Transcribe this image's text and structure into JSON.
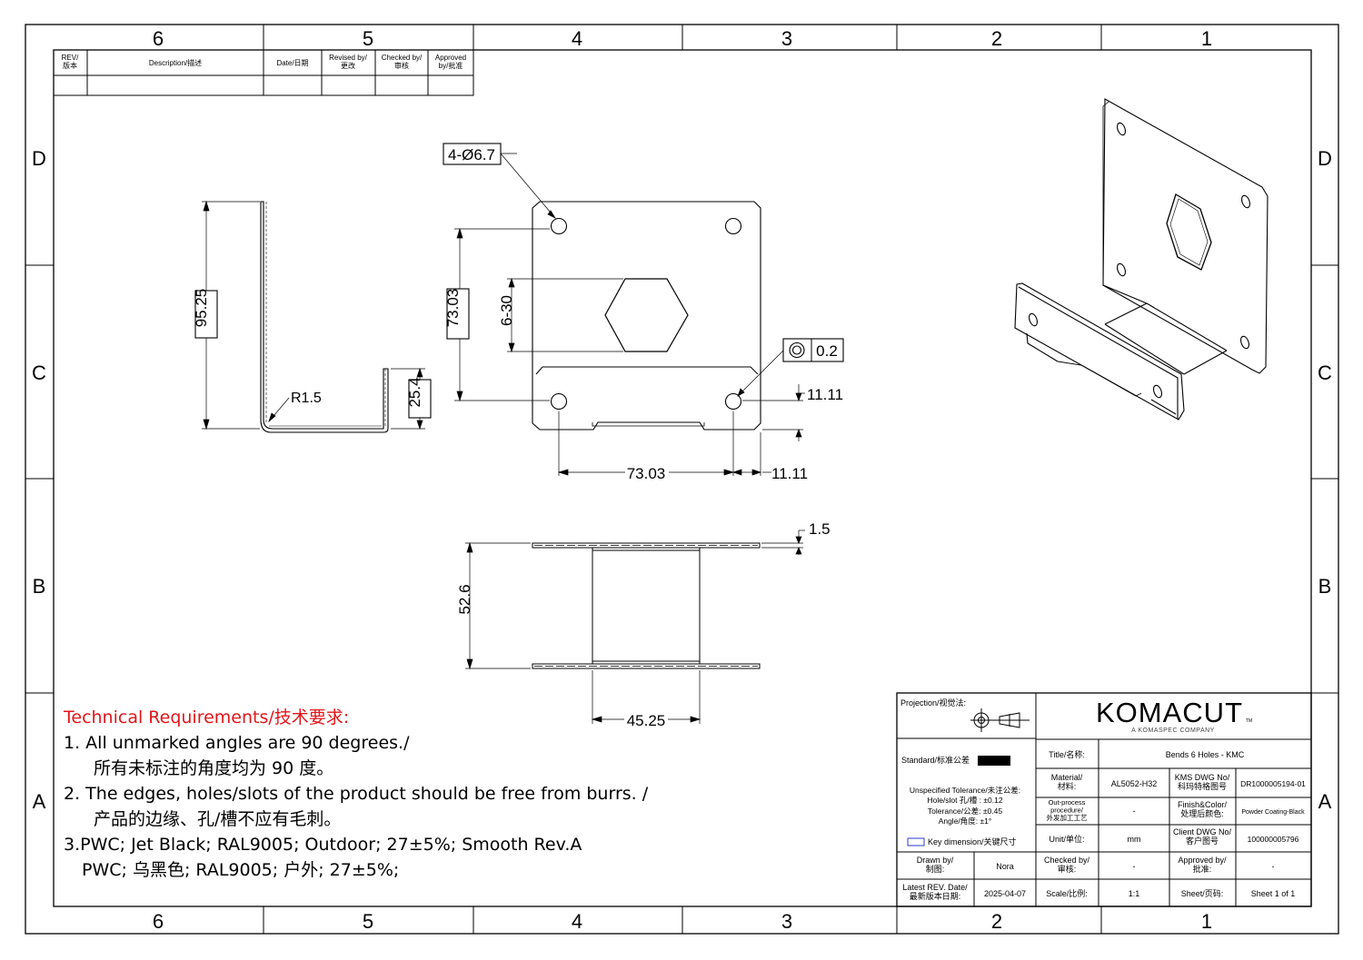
{
  "zones": {
    "columns": [
      "6",
      "5",
      "4",
      "3",
      "2",
      "1"
    ],
    "rows": [
      "D",
      "C",
      "B",
      "A"
    ]
  },
  "revision_table": {
    "headers": {
      "rev": "REV/\n版本",
      "description": "Description/描述",
      "date": "Date/日期",
      "revised_by": "Revised by/\n更改",
      "checked_by": "Checked by/\n审核",
      "approved_by": "Approved\nby/批准"
    }
  },
  "dimensions": {
    "side_view": {
      "height": "95.25",
      "flange": "25.4",
      "bend_radius": "R1.5"
    },
    "front_view": {
      "hole_callout": "4-Ø6.7",
      "vertical_hole_spacing": "73.03",
      "hex_size": "6-30",
      "concentricity_tolerance": "0.2",
      "hole_edge_vertical": "11.11",
      "horizontal_hole_spacing": "73.03",
      "hole_edge_horizontal": "11.11"
    },
    "top_view": {
      "thickness": "1.5",
      "depth": "52.6",
      "web_width": "45.25"
    }
  },
  "technical_requirements": {
    "heading": "Technical Requirements/技术要求:",
    "lines": [
      "1. All unmarked angles are 90 degrees./",
      "所有未标注的角度均为 90 度。",
      "2. The edges, holes/slots of the product should be free from burrs. /",
      "产品的边缘、孔/槽不应有毛刺。",
      "3.PWC; Jet Black; RAL9005; Outdoor; 27±5%; Smooth Rev.A",
      "PWC; 乌黑色; RAL9005; 户外; 27±5%;"
    ]
  },
  "title_block": {
    "projection_label": "Projection/视觉法:",
    "logo_main": "KOMACUT",
    "logo_tm": "TM",
    "logo_sub": "A KOMASPEC COMPANY",
    "standard_label": "Standard/标准公差",
    "tolerance_lines": [
      "Unspecified Tolerance/未注公差:",
      "Hole/slot 孔/槽 : ±0.12",
      "Tolerance/公差: ±0.45",
      "Angle/角度: ±1°"
    ],
    "key_dimension_label": "Key dimension/关键尺寸",
    "title_label": "Title/名称:",
    "title_value": "Bends 6 Holes - KMC",
    "material_label": "Material/\n材料:",
    "material_value": "AL5052-H32",
    "kms_dwg_label": "KMS DWG No/\n科玛特格图号",
    "kms_dwg_value": "DR1000005194-01",
    "outprocess_label": "Out-process\nprocedure/\n外发加工工艺",
    "outprocess_value": "-",
    "finish_label": "Finish&Color/\n处理后颜色:",
    "finish_value": "Powder Coating-Black",
    "unit_label": "Unit/单位:",
    "unit_value": "mm",
    "client_dwg_label": "Client DWG No/\n客户图号",
    "client_dwg_value": "100000005796",
    "drawn_by_label": "Drawn by/\n制图:",
    "drawn_by_value": "Nora",
    "checked_by_label": "Checked by/\n审核:",
    "checked_by_value": "-",
    "approved_by_label": "Approved by/\n批准:",
    "approved_by_value": "-",
    "latest_rev_label": "Latest REV. Date/\n最新版本日期:",
    "latest_rev_value": "2025-04-07",
    "scale_label": "Scale/比例:",
    "scale_value": "1:1",
    "sheet_label": "Sheet/页码:",
    "sheet_value": "Sheet 1 of 1"
  },
  "colors": {
    "line": "#000000",
    "requirements_heading": "#e3151a",
    "key_dimension_box": "#2a3bd6"
  }
}
